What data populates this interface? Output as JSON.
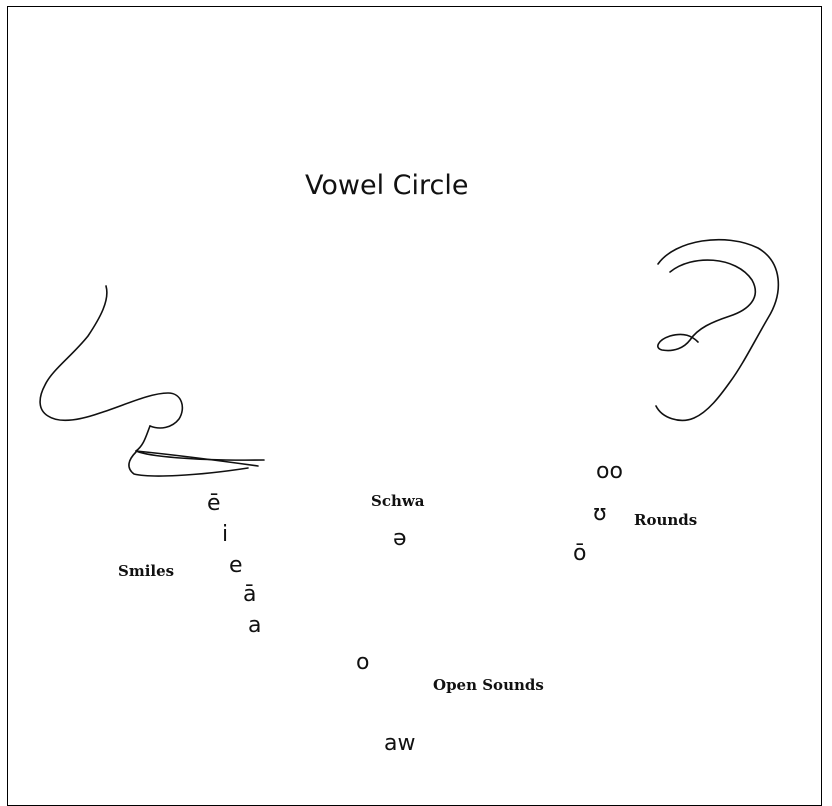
{
  "title": "Vowel Circle",
  "groups": {
    "smiles": {
      "label": "Smiles",
      "vowels": [
        "ē",
        "i",
        "e",
        "ā",
        "a"
      ]
    },
    "schwa": {
      "label": "Schwa",
      "vowels": [
        "ə"
      ]
    },
    "rounds": {
      "label": "Rounds",
      "vowels": [
        "oo",
        "ʊ",
        "ō"
      ]
    },
    "open": {
      "label": "Open Sounds",
      "vowels": [
        "o",
        "aw"
      ]
    }
  },
  "icons": [
    "face-profile-icon",
    "ear-icon"
  ]
}
